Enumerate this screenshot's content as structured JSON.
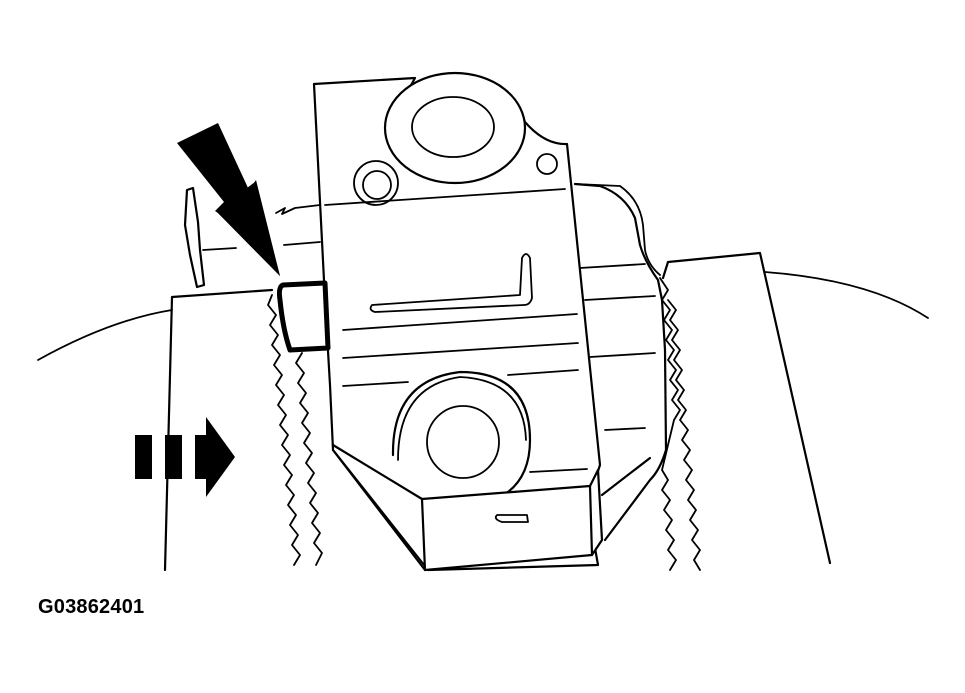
{
  "figure": {
    "id_label": "G03862401",
    "description": "Tensioner assembly installed over drive belt; large arrow points to pin/locking spacer, dashed arrow indicates direction of movement",
    "colors": {
      "line": "#000000",
      "background": "#ffffff"
    }
  },
  "callouts": {
    "pointer_arrow": {
      "icon": "lightning-arrow-icon",
      "target": "locking-pin"
    },
    "direction_arrow": {
      "icon": "dashed-right-arrow-icon",
      "direction": "right"
    }
  },
  "parts": [
    {
      "name": "tensioner-body"
    },
    {
      "name": "upper-pulley-boss"
    },
    {
      "name": "lower-idler-pulley"
    },
    {
      "name": "locking-pin"
    },
    {
      "name": "drive-belt-left"
    },
    {
      "name": "drive-belt-right"
    },
    {
      "name": "bolt-washer"
    },
    {
      "name": "bracket-left"
    },
    {
      "name": "bracket-right"
    }
  ]
}
